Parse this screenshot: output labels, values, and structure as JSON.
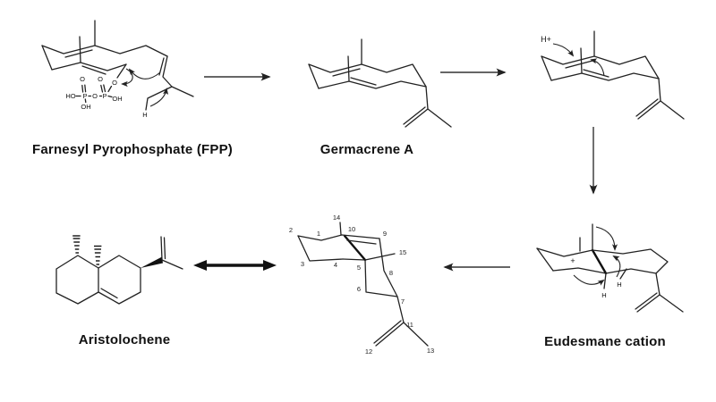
{
  "figure": {
    "type": "reaction-scheme",
    "background": "#ffffff",
    "line_color": "#222222",
    "text_color": "#111111"
  },
  "compounds": {
    "fpp": {
      "label": "Farnesyl Pyrophosphate (FPP)"
    },
    "germacrene_a": {
      "label": "Germacrene A"
    },
    "protonated_germacrene": {
      "proton_label": "H+"
    },
    "eudesmane": {
      "label": "Eudesmane cation",
      "charge": "+",
      "h_label": "H"
    },
    "numbered_intermediate": {
      "numbers": [
        "1",
        "2",
        "3",
        "4",
        "5",
        "6",
        "7",
        "8",
        "9",
        "10",
        "11",
        "12",
        "13",
        "14",
        "15"
      ]
    },
    "aristolochene": {
      "label": "Aristolochene"
    }
  },
  "atoms": {
    "P": "P",
    "O": "O",
    "HO": "HO",
    "OH": "OH",
    "H": "H"
  }
}
